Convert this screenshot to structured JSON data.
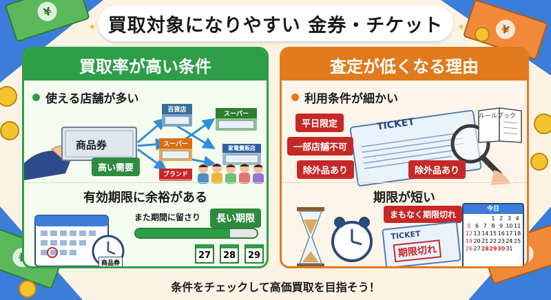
{
  "title": "買取対象になりやすい 金券・チケット",
  "left_panel": {
    "heading": "買取率が高い条件",
    "point1": "使える店舗が多い",
    "voucher_label": "商品券",
    "demand_tag": "高い需要",
    "stores": [
      "百貨店",
      "スーパー",
      "スーパー",
      "家電量販店",
      "ブランド"
    ],
    "section2_title": "有効期限に余裕がある",
    "progress_label": "また期間に留さり",
    "long_period_tag": "長い期限",
    "progress_fraction": 0.78,
    "dates": [
      "27",
      "28",
      "29"
    ],
    "voucher_small": "商品券"
  },
  "right_panel": {
    "heading": "査定が低くなる理由",
    "point1": "利用条件が細かい",
    "tags": [
      "平日限定",
      "一部店舗不可",
      "除外品あり",
      "除外品あり"
    ],
    "ticket_text": "TICKET",
    "rulebook_label": "ルールブック",
    "section2_title": "期限が短い",
    "expiring_tag": "まもなく期限切れ",
    "expired_ticket_title": "TICKET",
    "expired_stamp": "期限切れ",
    "calendar": {
      "header": "今日",
      "weeks": [
        [
          "",
          "",
          "",
          "1",
          "2",
          "3",
          "4"
        ],
        [
          "5",
          "6",
          "7",
          "8",
          "9",
          "10",
          "11"
        ],
        [
          "12",
          "13",
          "14",
          "15",
          "16",
          "17",
          "18"
        ],
        [
          "19",
          "20",
          "21",
          "22",
          "23",
          "24",
          "25"
        ],
        [
          "26",
          "27",
          "28",
          "29",
          "30",
          "31",
          ""
        ]
      ]
    }
  },
  "footer": "条件をチェックして高価買取を目指そう！",
  "colors": {
    "green": "#2e9e48",
    "orange": "#e07a1c",
    "red": "#c62828",
    "blue_bg": "#3b7dd8"
  }
}
